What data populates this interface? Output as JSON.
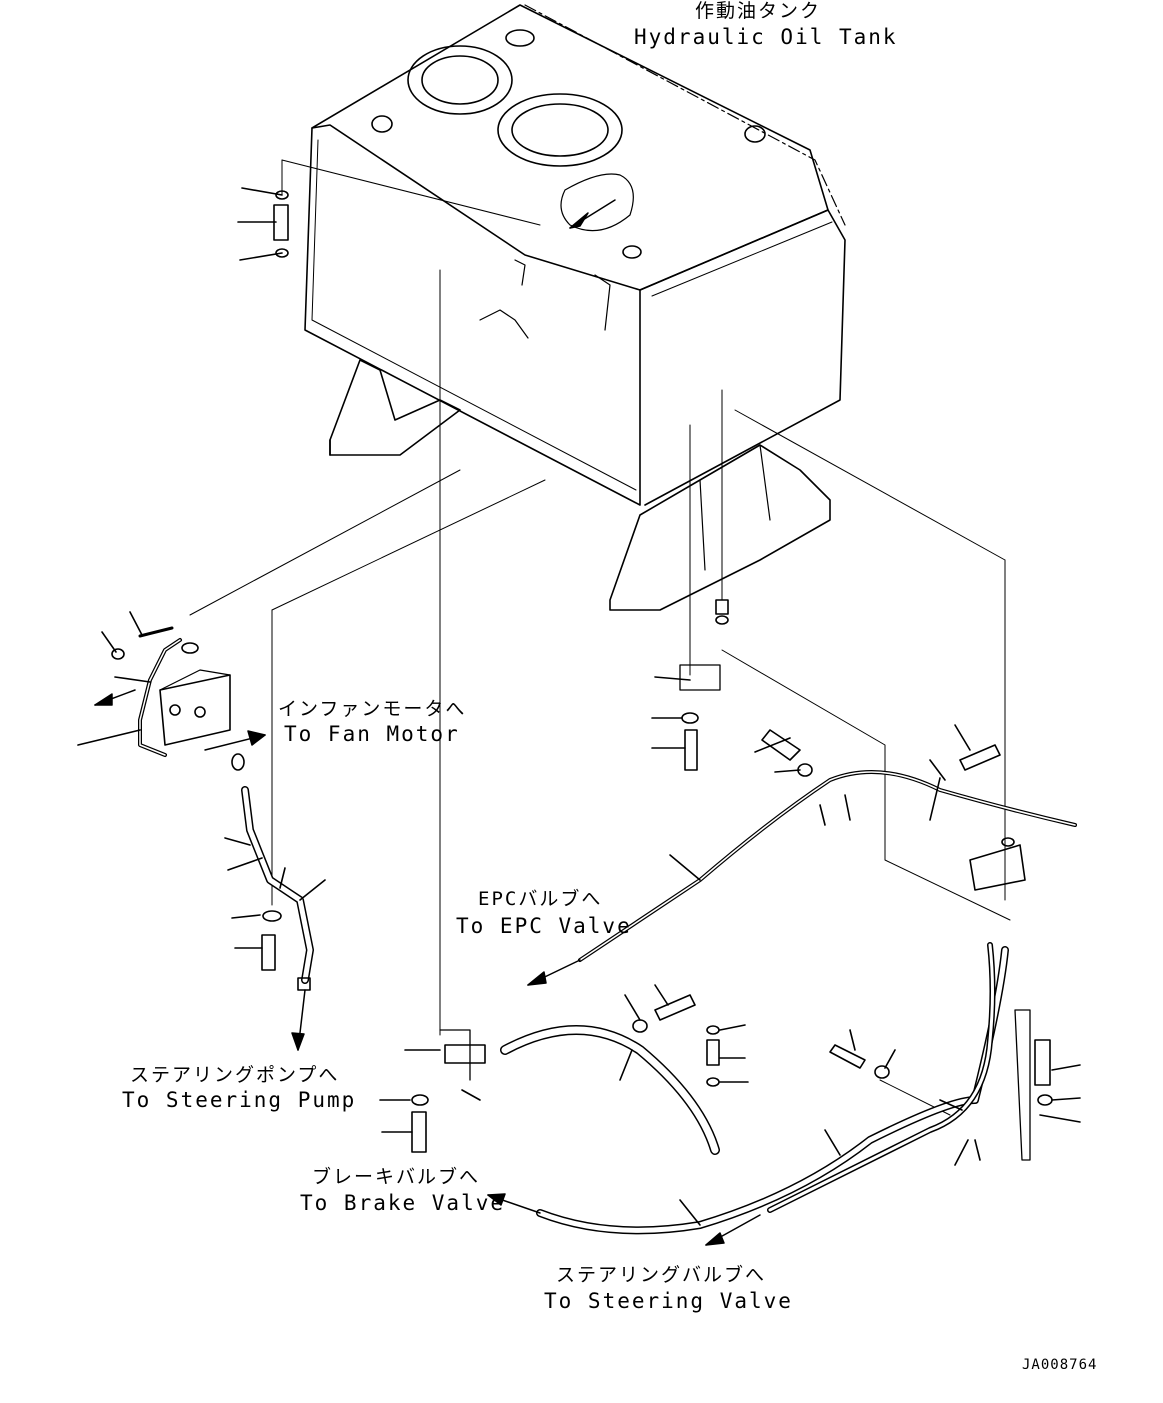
{
  "labels": {
    "hydraulic_tank_jp": "作動油タンク",
    "hydraulic_tank_en": "Hydraulic Oil Tank",
    "fan_motor_jp": "インファンモータへ",
    "fan_motor_en": "To Fan Motor",
    "epc_valve_jp": "EPCバルブへ",
    "epc_valve_en": "To EPC Valve",
    "steering_pump_jp": "ステアリングポンプへ",
    "steering_pump_en": "To Steering Pump",
    "brake_valve_jp": "ブレーキバルブへ",
    "brake_valve_en": "To Brake Valve",
    "steering_valve_jp": "ステアリングバルブへ",
    "steering_valve_en": "To Steering Valve",
    "drawing_code": "JA008764"
  }
}
